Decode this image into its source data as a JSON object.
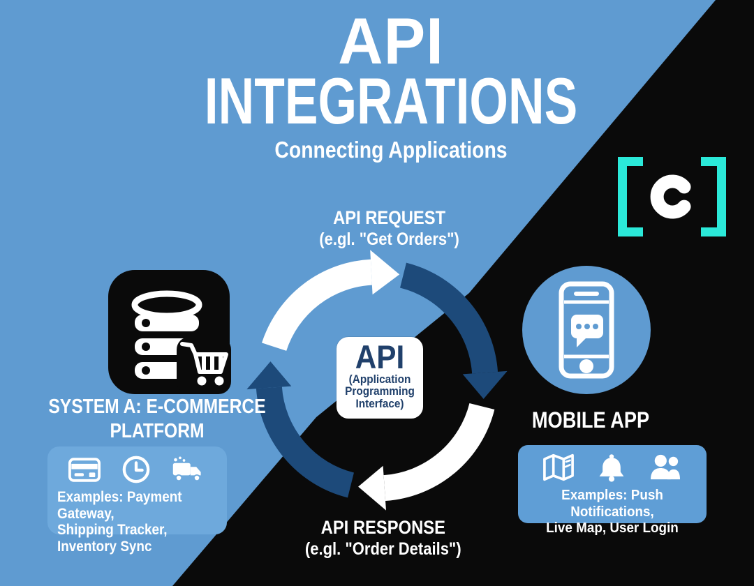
{
  "colors": {
    "background_blue": "#5f9bd1",
    "black_side": "#0a0a0a",
    "arrow_navy": "#1d4a7a",
    "api_text_navy": "#20406b",
    "left_example_box_blue": "#6ea9dc",
    "right_example_box_blue": "#5f9ed6",
    "logo_cyan": "#2be9d9",
    "text_white": "#ffffff"
  },
  "header": {
    "title_line1": "API",
    "title_line2": "INTEGRATIONS",
    "subtitle": "Connecting Applications"
  },
  "flow": {
    "request": {
      "label": "API REQUEST",
      "example": "(e.gl. \"Get Orders\")"
    },
    "response": {
      "label": "API RESPONSE",
      "example": "(e.gl. \"Order Details\")"
    },
    "center": {
      "acronym": "API",
      "expansion": [
        "(Application",
        "Programming",
        "Interface)"
      ]
    },
    "cycle_icon": "circular-arrows-cycle-icon"
  },
  "system_a": {
    "tile_icon": "database-shopping-cart-icon",
    "title": [
      "SYSTEM A: E-COMMERCE",
      "PLATFORM"
    ],
    "icons": [
      "credit-card-icon",
      "clock-icon",
      "delivery-truck-icon"
    ],
    "examples": [
      "Examples: Payment Gateway,",
      "Shipping Tracker,",
      "Inventory Sync"
    ]
  },
  "mobile_app": {
    "tile_icon": "smartphone-chat-icon",
    "title": "MOBILE APP",
    "icons": [
      "map-icon",
      "bell-icon",
      "users-icon"
    ],
    "examples": [
      "Examples: Push Notifications,",
      "Live Map, User Login"
    ]
  },
  "logo": {
    "letter": "c"
  }
}
